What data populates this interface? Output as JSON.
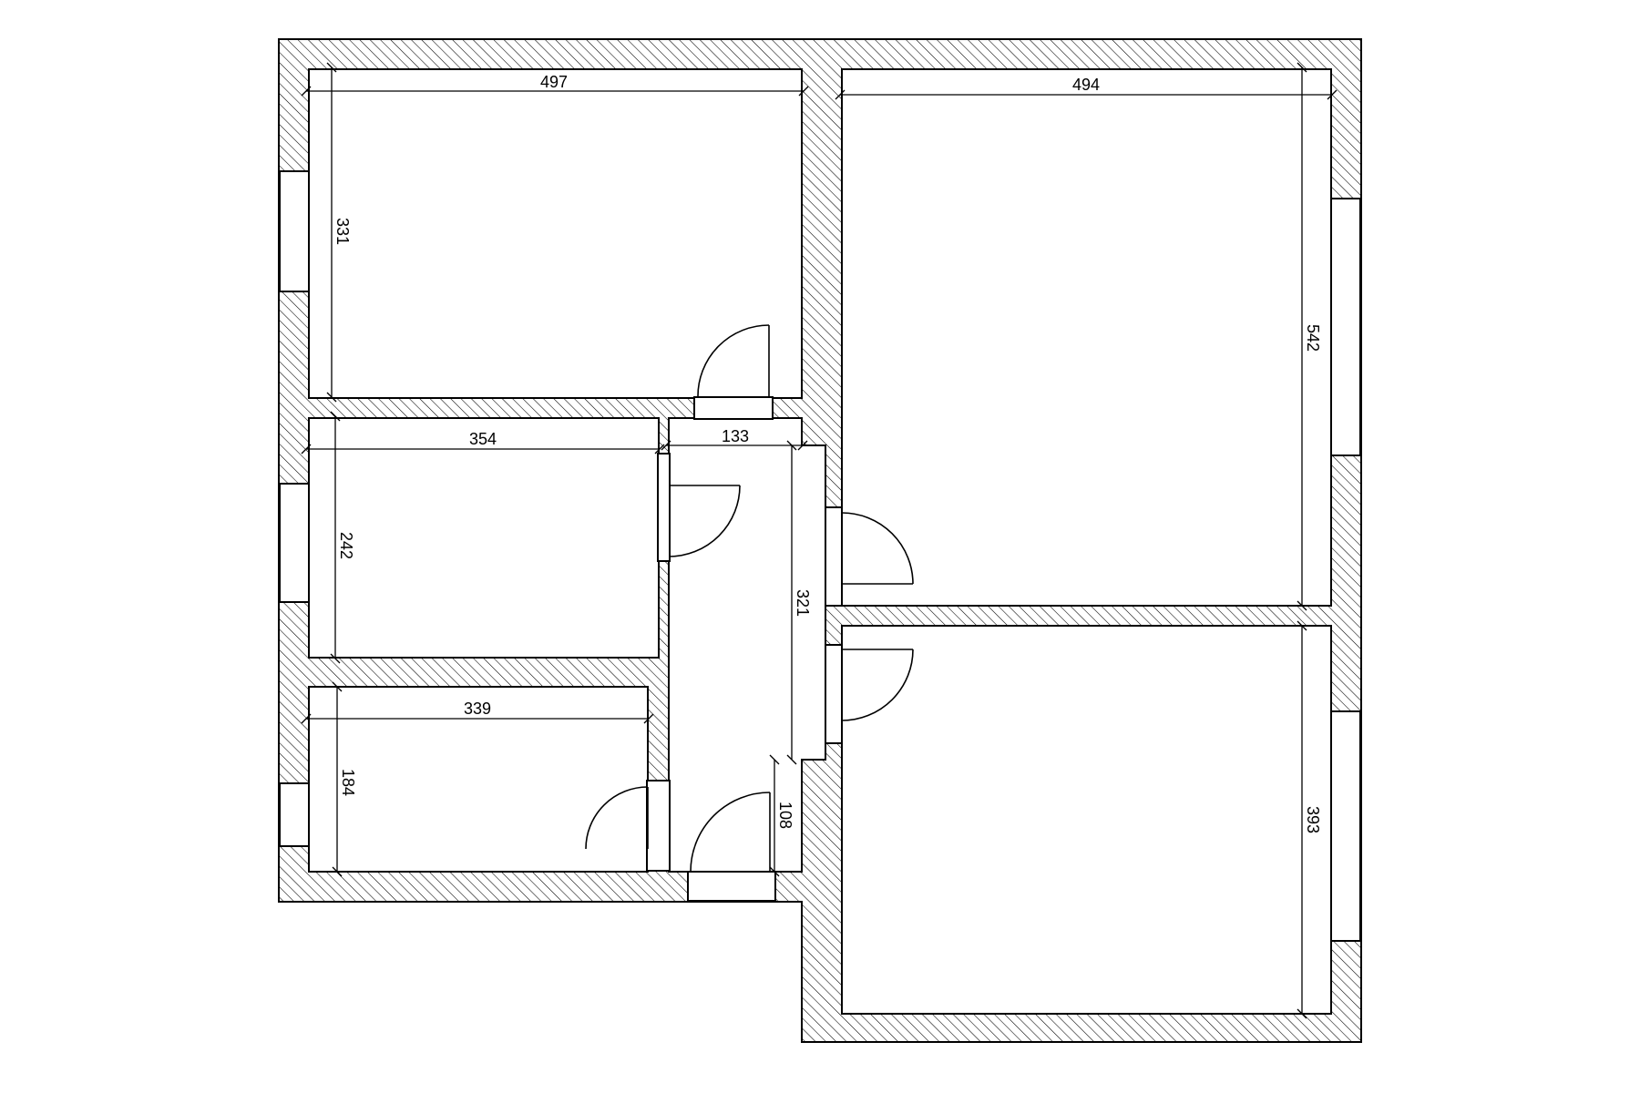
{
  "plan": {
    "dimensions": {
      "room_top_left_width": "497",
      "room_top_left_height": "331",
      "room_top_right_width": "494",
      "room_top_right_height": "542",
      "room_mid_left_width": "354",
      "room_mid_left_height": "242",
      "corridor_width": "133",
      "corridor_length": "321",
      "room_bottom_left_width": "339",
      "room_bottom_left_height": "184",
      "entry_length": "108",
      "room_bottom_right_height": "393"
    }
  }
}
